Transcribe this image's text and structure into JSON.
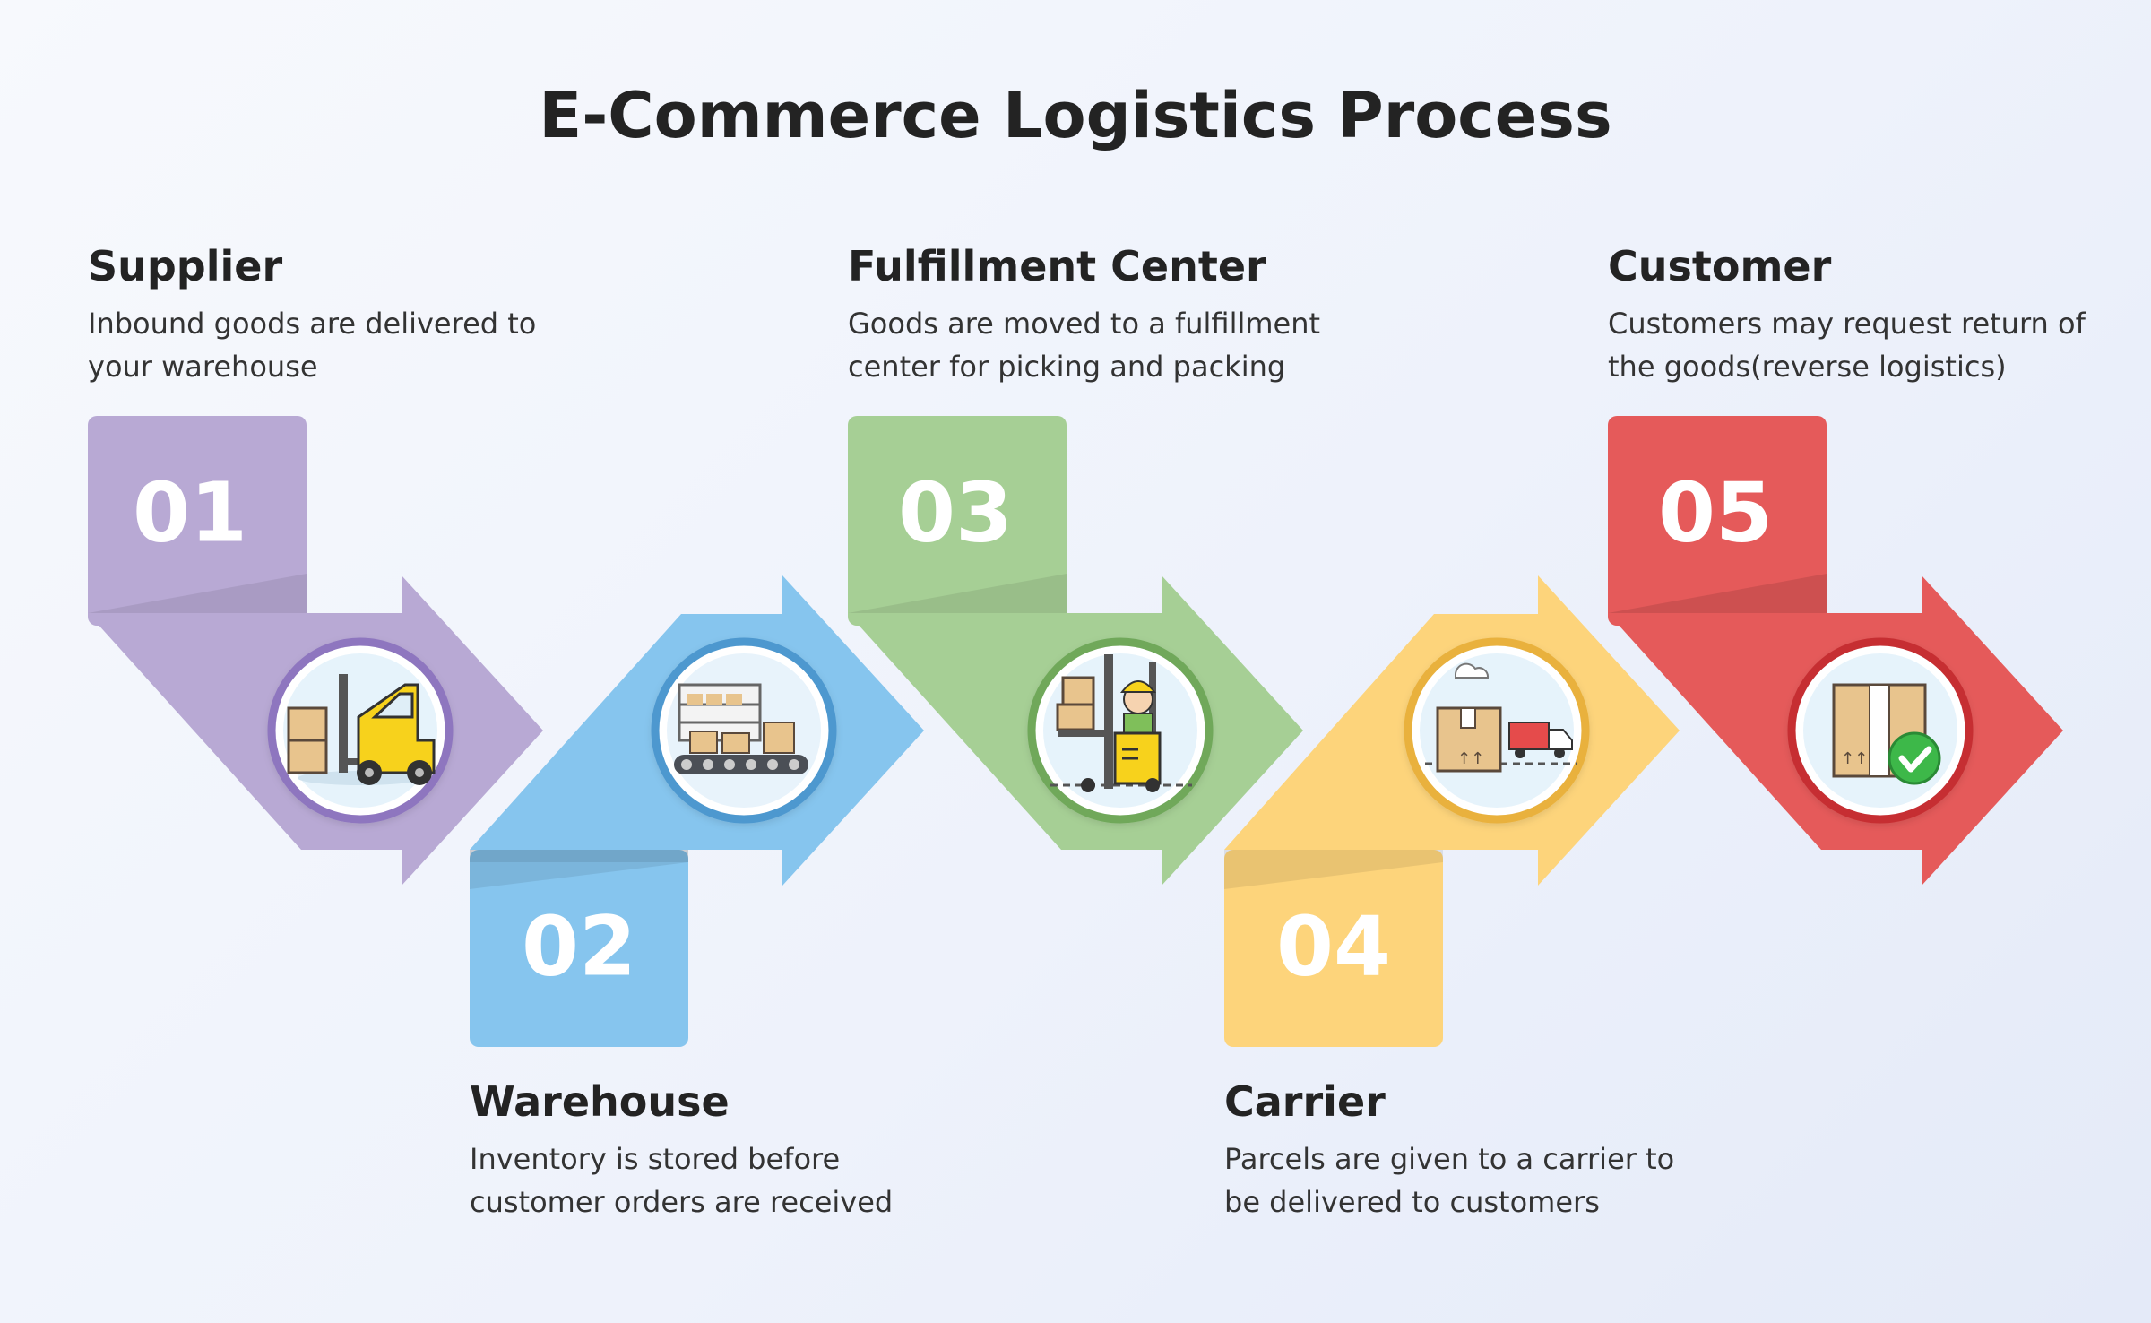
{
  "title": "E-Commerce Logistics Process",
  "steps": [
    {
      "number": "01",
      "heading": "Supplier",
      "description": "Inbound goods are delivered to your warehouse",
      "color": "#b8a9d4",
      "ring": "#8e76bf",
      "icon": "forklift-icon"
    },
    {
      "number": "02",
      "heading": "Warehouse",
      "description": "Inventory is stored before customer orders are received",
      "color": "#86c5ee",
      "ring": "#4e98cf",
      "icon": "conveyor-belt-icon"
    },
    {
      "number": "03",
      "heading": "Fulfillment Center",
      "description": "Goods are moved to a fulfillment center for picking and packing",
      "color": "#a6cf95",
      "ring": "#6fa85a",
      "icon": "worker-forklift-icon"
    },
    {
      "number": "04",
      "heading": "Carrier",
      "description": "Parcels are given to a carrier to be delivered to customers",
      "color": "#fdd47b",
      "ring": "#e9b13e",
      "icon": "delivery-truck-icon"
    },
    {
      "number": "05",
      "heading": "Customer",
      "description": "Customers may request return of the goods(reverse logistics)",
      "color": "#e55a5a",
      "ring": "#c62f32",
      "icon": "package-check-icon"
    }
  ]
}
